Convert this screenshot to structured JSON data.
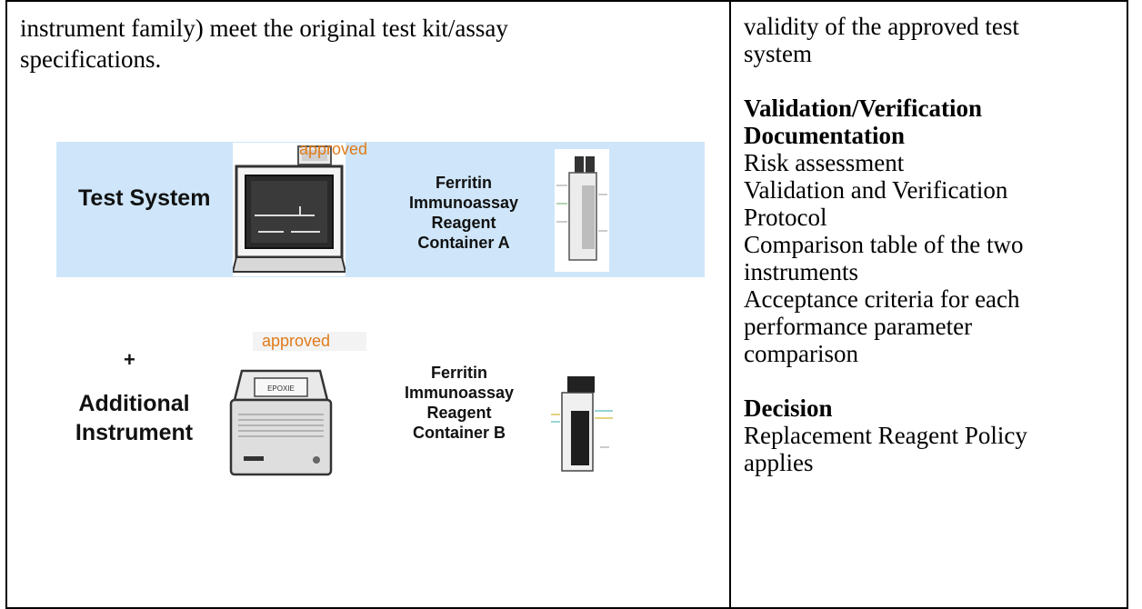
{
  "left": {
    "text_line1": "instrument family) meet the original test kit/assay",
    "text_line2": "specifications."
  },
  "right": {
    "line1": "validity of the approved test",
    "line2": "system",
    "doc_heading1": "Validation/Verification",
    "doc_heading2": "Documentation",
    "items": [
      "Risk assessment",
      "Validation and Verification",
      "Protocol",
      "Comparison table of the two",
      "instruments",
      "Acceptance criteria for each",
      "performance parameter",
      "comparison"
    ],
    "decision_heading": "Decision",
    "decision_line1": "Replacement Reagent Policy",
    "decision_line2": "applies"
  },
  "diagram": {
    "test_system_label": "Test System",
    "plus": "+",
    "additional_instrument_line1": "Additional",
    "additional_instrument_line2": "Instrument",
    "approved_label": "approved",
    "reagent_a": [
      "Ferritin",
      "Immunoassay",
      "Reagent",
      "Container A"
    ],
    "reagent_b": [
      "Ferritin",
      "Immunoassay",
      "Reagent",
      "Container B"
    ],
    "instrument_b_badge": "EPOXIE",
    "colors": {
      "band": "#cfe6fa",
      "approved": "#e07b1a"
    }
  }
}
